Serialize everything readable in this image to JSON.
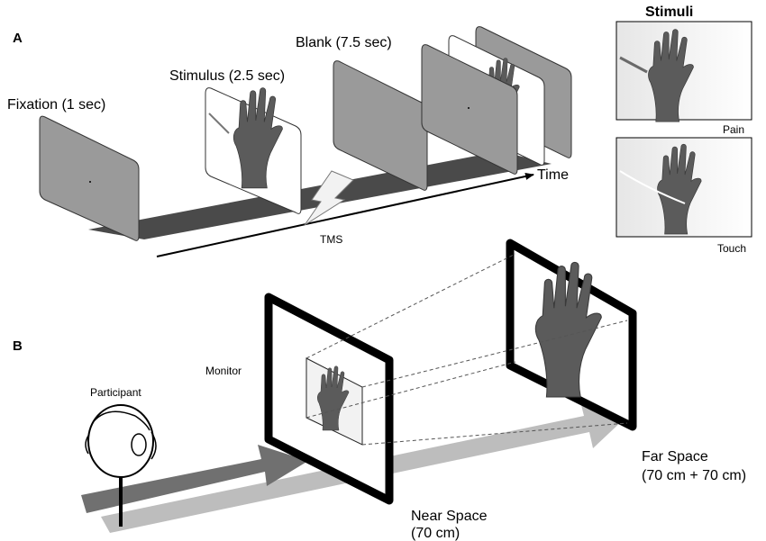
{
  "panel_a": {
    "letter": "A",
    "fixation_label": "Fixation (1 sec)",
    "stimulus_label": "Stimulus (2.5 sec)",
    "blank_label": "Blank (7.5 sec)",
    "time_label": "Time",
    "tms_label": "TMS"
  },
  "stimuli": {
    "title": "Stimuli",
    "pain_label": "Pain",
    "touch_label": "Touch"
  },
  "panel_b": {
    "letter": "B",
    "participant_label": "Participant",
    "monitor_label": "Monitor",
    "near_label_1": "Near Space",
    "near_label_2": "(70 cm)",
    "far_label_1": "Far Space",
    "far_label_2": "(70 cm + 70 cm)"
  },
  "colors": {
    "screen_gray": "#9a9a9a",
    "floor_dark": "#4a4a4a",
    "arrow_dark": "#707070",
    "arrow_light": "#bdbdbd"
  }
}
